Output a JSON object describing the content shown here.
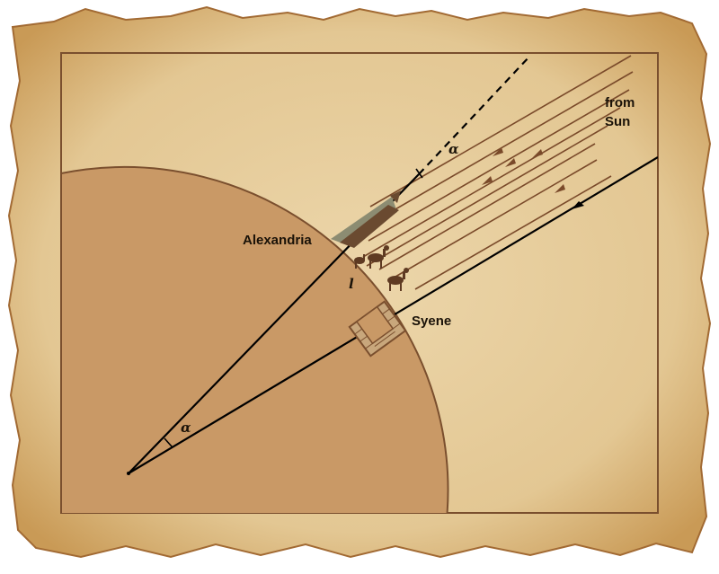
{
  "diagram": {
    "labels": {
      "alexandria": "Alexandria",
      "syene": "Syene",
      "from_sun_line1": "from",
      "from_sun_line2": "Sun",
      "arc_length": "l",
      "angle_center": "α",
      "angle_top": "α"
    },
    "colors": {
      "parchment": "#e8cfa0",
      "parchment_edge": "#c99a56",
      "earth": "#c99966",
      "earth_outline": "#7a4f2e",
      "sun_rays": "#7a4a2a",
      "construction_lines": "#000000",
      "frame": "#7a4f2e"
    },
    "icons": [
      "obelisk-icon",
      "well-icon",
      "camel-icon"
    ]
  }
}
